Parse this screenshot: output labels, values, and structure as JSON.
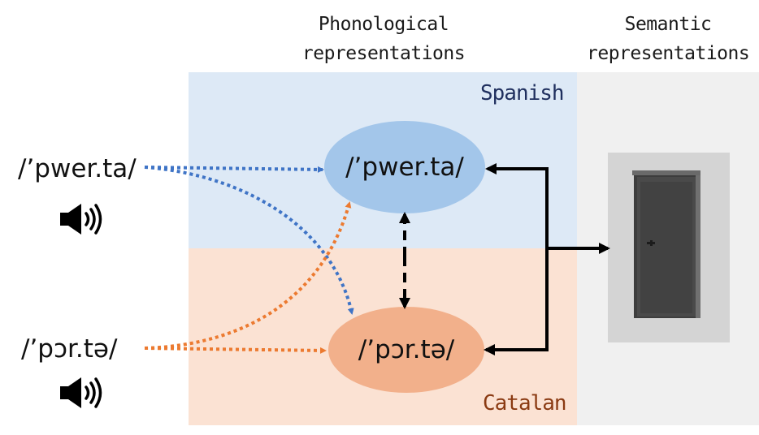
{
  "headers": {
    "phonological": "Phonological representations",
    "semantic": "Semantic representations"
  },
  "languages": {
    "spanish": {
      "label": "Spanish",
      "color": "#1f2f5e",
      "region_color": "#dde9f6",
      "ellipse_color": "#a3c6ea",
      "arrow_color": "#3f74c6"
    },
    "catalan": {
      "label": "Catalan",
      "color": "#8a3a12",
      "region_color": "#fbe2d3",
      "ellipse_color": "#f2b08b",
      "arrow_color": "#ec7a30"
    }
  },
  "inputs": {
    "spanish_word": "/’pwer.ta/",
    "catalan_word": "/’pɔr.tə/"
  },
  "nodes": {
    "spanish": "/’pwer.ta/",
    "catalan": "/’pɔr.tə/"
  },
  "icons": {
    "speaker": "speaker-icon",
    "door": "door-icon"
  }
}
